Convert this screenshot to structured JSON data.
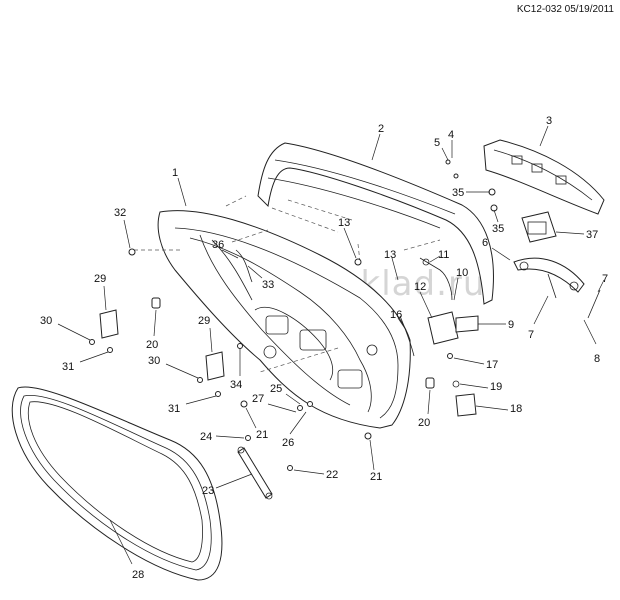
{
  "header": {
    "reference": "KC12-032 05/19/2011"
  },
  "watermark": {
    "text": "www.gmsklad.ru"
  },
  "parts": [
    {
      "id": "1"
    },
    {
      "id": "2"
    },
    {
      "id": "3"
    },
    {
      "id": "4"
    },
    {
      "id": "5"
    },
    {
      "id": "6"
    },
    {
      "id": "7"
    },
    {
      "id": "7"
    },
    {
      "id": "8"
    },
    {
      "id": "9"
    },
    {
      "id": "10"
    },
    {
      "id": "11"
    },
    {
      "id": "12"
    },
    {
      "id": "13"
    },
    {
      "id": "13"
    },
    {
      "id": "16"
    },
    {
      "id": "17"
    },
    {
      "id": "18"
    },
    {
      "id": "19"
    },
    {
      "id": "20"
    },
    {
      "id": "20"
    },
    {
      "id": "21"
    },
    {
      "id": "21"
    },
    {
      "id": "22"
    },
    {
      "id": "23"
    },
    {
      "id": "24"
    },
    {
      "id": "25"
    },
    {
      "id": "26"
    },
    {
      "id": "27"
    },
    {
      "id": "28"
    },
    {
      "id": "29"
    },
    {
      "id": "29"
    },
    {
      "id": "30"
    },
    {
      "id": "30"
    },
    {
      "id": "31"
    },
    {
      "id": "31"
    },
    {
      "id": "32"
    },
    {
      "id": "33"
    },
    {
      "id": "34"
    },
    {
      "id": "35"
    },
    {
      "id": "35"
    },
    {
      "id": "36"
    },
    {
      "id": "37"
    }
  ]
}
